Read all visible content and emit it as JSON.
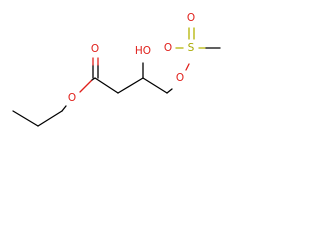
{
  "molecule": {
    "colors": {
      "carbon_bond": "#000000",
      "oxygen": "#e0201b",
      "sulfur": "#a8a800"
    },
    "atoms": {
      "carbonyl_oxygen": "O",
      "ester_oxygen": "O",
      "hydroxyl": "HO",
      "sulfonate_oxygen": "O",
      "sulfur": "S",
      "sulfonyl_oxygen_top": "O",
      "sulfonyl_oxygen_left": "O"
    }
  }
}
